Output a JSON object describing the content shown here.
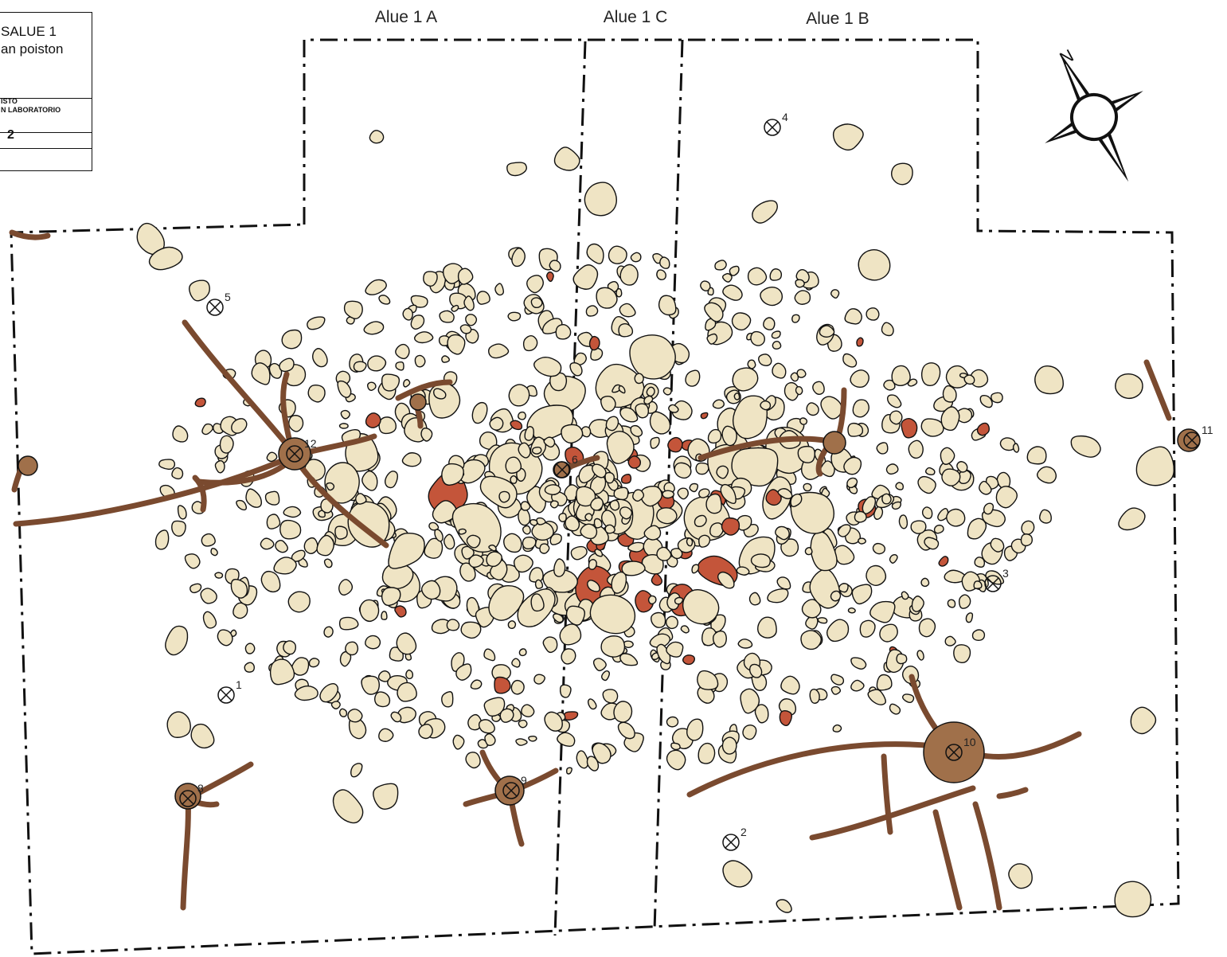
{
  "title_block": {
    "title_line1": "SALUE 1",
    "title_line2": "an poiston",
    "org_line1": "ISTO",
    "org_line2": "N LABORATORIO",
    "sheet_number": "2"
  },
  "areas": [
    {
      "id": "1A",
      "label": "Alue 1 A"
    },
    {
      "id": "1C",
      "label": "Alue 1 C"
    },
    {
      "id": "1B",
      "label": "Alue 1 B"
    }
  ],
  "compass": {
    "north_label": "N"
  },
  "sample_points": [
    "1",
    "2",
    "3",
    "4",
    "5",
    "6",
    "8",
    "9",
    "10",
    "11",
    "12"
  ],
  "colors": {
    "stone": "#EFE4C4",
    "burnt_stone": "#C4553A",
    "root": "#7A4A2F",
    "stump": "#A0704A",
    "outline": "#111111",
    "boundary": "#111111"
  }
}
